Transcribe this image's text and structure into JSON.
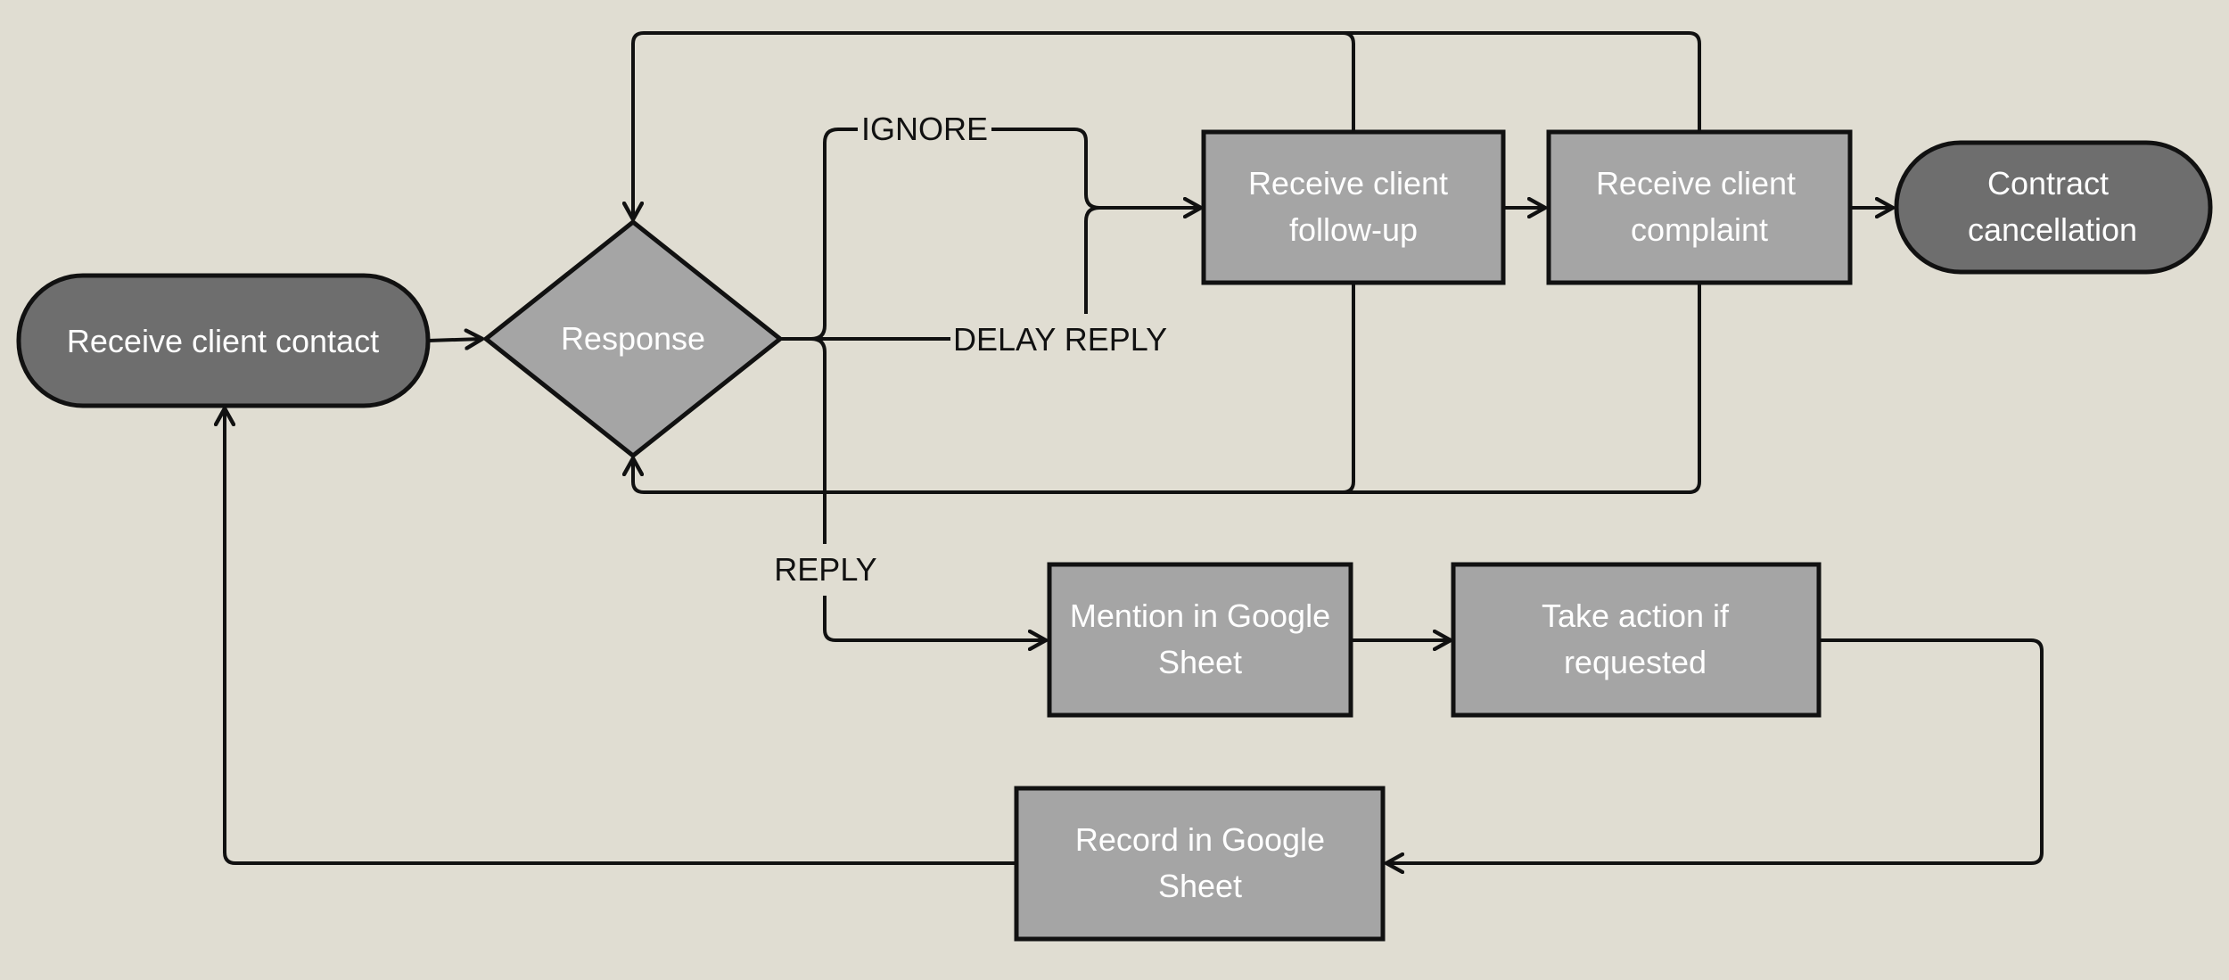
{
  "colors": {
    "background": "#e0ddd2",
    "terminal_fill": "#6e6e6e",
    "process_fill": "#a5a5a5",
    "stroke": "#111111",
    "node_text": "#ffffff",
    "label_text": "#111111"
  },
  "nodes": {
    "receive_contact": {
      "lines": [
        "Receive client contact"
      ],
      "shape": "terminal"
    },
    "response": {
      "lines": [
        "Response"
      ],
      "shape": "decision"
    },
    "follow_up": {
      "lines": [
        "Receive client",
        "follow-up"
      ],
      "shape": "process"
    },
    "complaint": {
      "lines": [
        "Receive client",
        "complaint"
      ],
      "shape": "process"
    },
    "cancellation": {
      "lines": [
        "Contract",
        "cancellation"
      ],
      "shape": "terminal"
    },
    "mention_sheet": {
      "lines": [
        "Mention in Google",
        "Sheet"
      ],
      "shape": "process"
    },
    "take_action": {
      "lines": [
        "Take action if",
        "requested"
      ],
      "shape": "process"
    },
    "record_sheet": {
      "lines": [
        "Record in Google",
        "Sheet"
      ],
      "shape": "process"
    }
  },
  "edge_labels": {
    "ignore": "IGNORE",
    "delay_reply": "DELAY REPLY",
    "reply": "REPLY"
  }
}
